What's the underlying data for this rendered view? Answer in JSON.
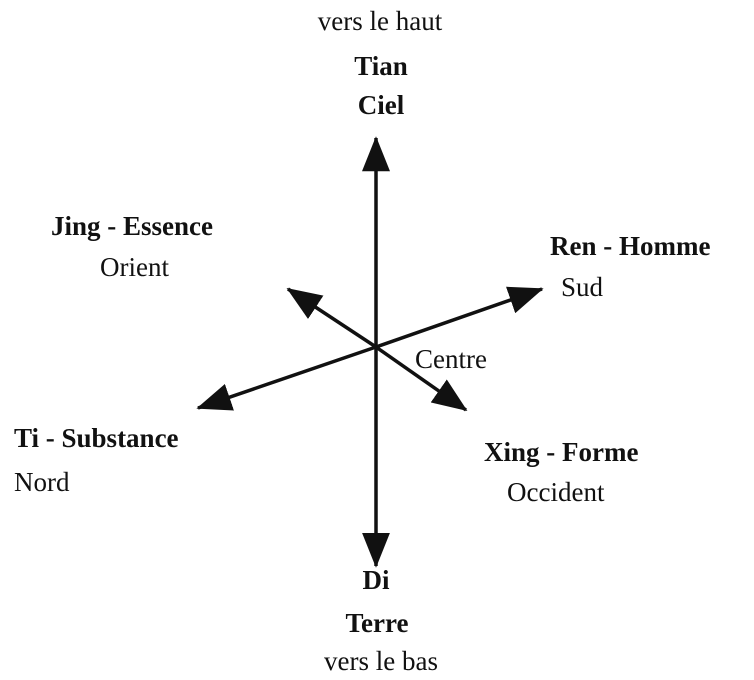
{
  "up": {
    "note": "vers le haut",
    "name": "Tian",
    "meaning": "Ciel"
  },
  "down": {
    "name": "Di",
    "meaning": "Terre",
    "note": "vers le bas"
  },
  "upper_left": {
    "name": "Jing - Essence",
    "direction": "Orient"
  },
  "right": {
    "name": "Ren - Homme",
    "direction": "Sud"
  },
  "left": {
    "name": "Ti - Substance",
    "direction": "Nord"
  },
  "lower_right": {
    "name": "Xing - Forme",
    "direction": "Occident"
  },
  "center": {
    "label": "Centre"
  },
  "colors": {
    "ink": "#111111",
    "background": "#ffffff"
  }
}
